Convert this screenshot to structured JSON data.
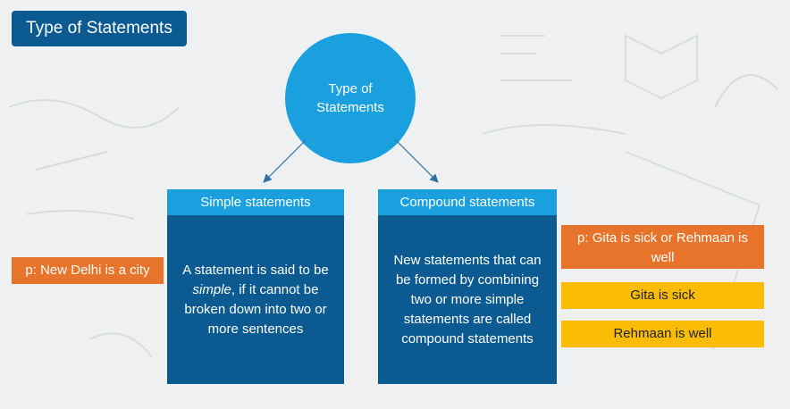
{
  "title_badge": "Type of Statements",
  "center_circle": "Type of Statements",
  "simple": {
    "header": "Simple statements",
    "body_before": "A statement is said to be ",
    "body_em": "simple",
    "body_after": ", if it cannot be broken down into two or more sentences"
  },
  "compound": {
    "header": "Compound statements",
    "body": "New statements that can be formed by combining two or more simple statements are called compound statements"
  },
  "simple_example": "p: New Delhi is a city",
  "compound_example": "p: Gita is sick or Rehmaan is well",
  "component_1": "Gita is sick",
  "component_2": "Rehmaan is well",
  "colors": {
    "dark_blue": "#0b5a91",
    "light_blue": "#1aa0de",
    "orange": "#e8732a",
    "yellow": "#fbbc05"
  }
}
